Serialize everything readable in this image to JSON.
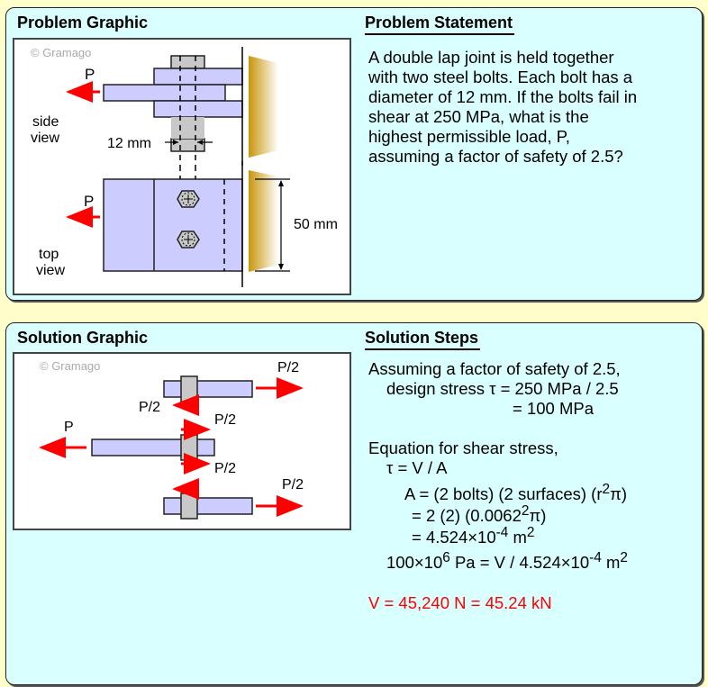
{
  "problem": {
    "graphic_title": "Problem Graphic",
    "statement_title": "Problem Statement",
    "copyright": "© Gramago",
    "labels": {
      "force_side": "P",
      "side_view": [
        "side",
        "view"
      ],
      "bolt_diameter": "12 mm",
      "force_top": "P",
      "top_view": [
        "top",
        "view"
      ],
      "width": "50 mm"
    },
    "statement_lines": [
      "A double lap joint is held together",
      "with two steel bolts. Each bolt has a",
      "diameter of 12 mm. If the bolts fail in",
      "shear at 250 MPa, what is the",
      "highest permissible load, P,",
      "assuming a factor of safety of 2.5?"
    ]
  },
  "solution": {
    "graphic_title": "Solution Graphic",
    "steps_title": "Solution Steps",
    "copyright": "© Gramago",
    "labels": {
      "top_plate_force": "P/2",
      "top_plate_shear": "P/2",
      "middle_force": "P",
      "middle_shear_top": "P/2",
      "middle_shear_bottom": "P/2",
      "bottom_plate_force": "P/2"
    },
    "steps": [
      {
        "text": "Assuming a factor of safety of 2.5,",
        "indent": 0
      },
      {
        "text": "design stress τ = 250 MPa / 2.5",
        "indent": 1
      },
      {
        "text": "= 100 MPa",
        "indent": 2
      },
      {
        "text": "",
        "indent": 0
      },
      {
        "text": "Equation for shear stress,",
        "indent": 0
      },
      {
        "text": "τ = V / A",
        "indent": 1
      },
      {
        "html": "A = (2 bolts) (2 surfaces) (r<sup>2</sup>π)",
        "indent": 3
      },
      {
        "html": "= 2 (2) (0.0062<sup>2</sup>π)",
        "indent": 4
      },
      {
        "html": "= 4.524×10<sup>-4</sup> m<sup>2</sup>",
        "indent": 4
      },
      {
        "html": "100×10<sup>6</sup> Pa = V / 4.524×10<sup>-4</sup> m<sup>2</sup>",
        "indent": 1
      },
      {
        "text": "",
        "indent": 0
      },
      {
        "text": "V = 45,240 N = 45.24 kN",
        "indent": 0,
        "color": "#ff0000"
      }
    ]
  },
  "colors": {
    "background": "#ffffcc",
    "panel": "#d9ffff",
    "plate": "#ccccff",
    "bolt": "#c8c8c8",
    "force_arrow": "#ff0000",
    "wall": "#c8960a"
  }
}
